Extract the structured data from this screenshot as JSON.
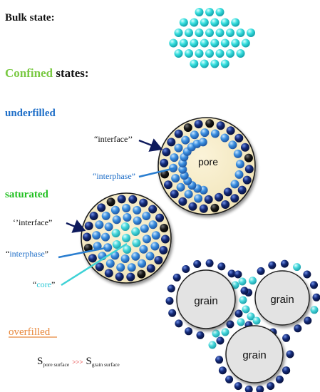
{
  "title_bulk": "Bulk state:",
  "title_confined_word": "Confined",
  "title_confined_rest": " states:",
  "underfilled": {
    "heading": "underfilled",
    "interface_label": "“interface’’",
    "interphase_label": "“interphase”",
    "pore_label": "pore"
  },
  "saturated": {
    "heading": "saturated",
    "interface_label": "‘’interface”",
    "interphase_open": "“",
    "interphase_word": "interphase",
    "interphase_close": "”",
    "core_open": "“",
    "core_word": "core",
    "core_close": "”"
  },
  "overfilled": {
    "heading": "overfilled",
    "grain_label": "grain",
    "formula": {
      "s1": "S",
      "sub1": "pore surface",
      "op": ">>>",
      "s2": "S",
      "sub2": "grain surface"
    }
  },
  "colors": {
    "bulk_particle": "#2ad8d8",
    "interface_particle": "#0b1c5c",
    "interphase_particle": "#2a7ed0",
    "core_particle": "#3ed2d6",
    "black_particle": "#111111",
    "pore_fill": "#f7edc8",
    "grain_fill": "#e3e3e3",
    "green_text": "#7ac943",
    "bright_green_text": "#22c022",
    "blue_text": "#1f6fc8",
    "orange_text": "#e8873a",
    "red_operator": "#e01b1b"
  }
}
